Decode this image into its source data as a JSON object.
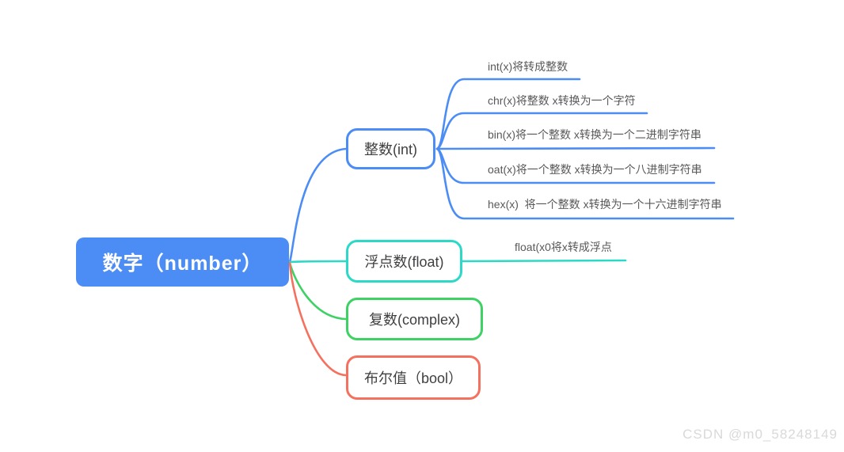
{
  "root": {
    "label": "数字（number）",
    "color": "#4b8cf5"
  },
  "branches": [
    {
      "label": "整数(int)",
      "color": "#4b8cf5",
      "children": [
        "int(x)将转成整数",
        "chr(x)将整数 x转换为一个字符",
        "bin(x)将一个整数 x转换为一个二进制字符串",
        "oat(x)将一个整数 x转换为一个八进制字符串",
        "hex(x)  将一个整数 x转换为一个十六进制字符串"
      ]
    },
    {
      "label": "浮点数(float)",
      "color": "#2bd9c6",
      "children": [
        "float(x0将x转成浮点"
      ]
    },
    {
      "label": "复数(complex)",
      "color": "#3ed164",
      "children": []
    },
    {
      "label": "布尔值（bool）",
      "color": "#f5715f",
      "children": []
    }
  ],
  "watermark": "CSDN @m0_58248149"
}
